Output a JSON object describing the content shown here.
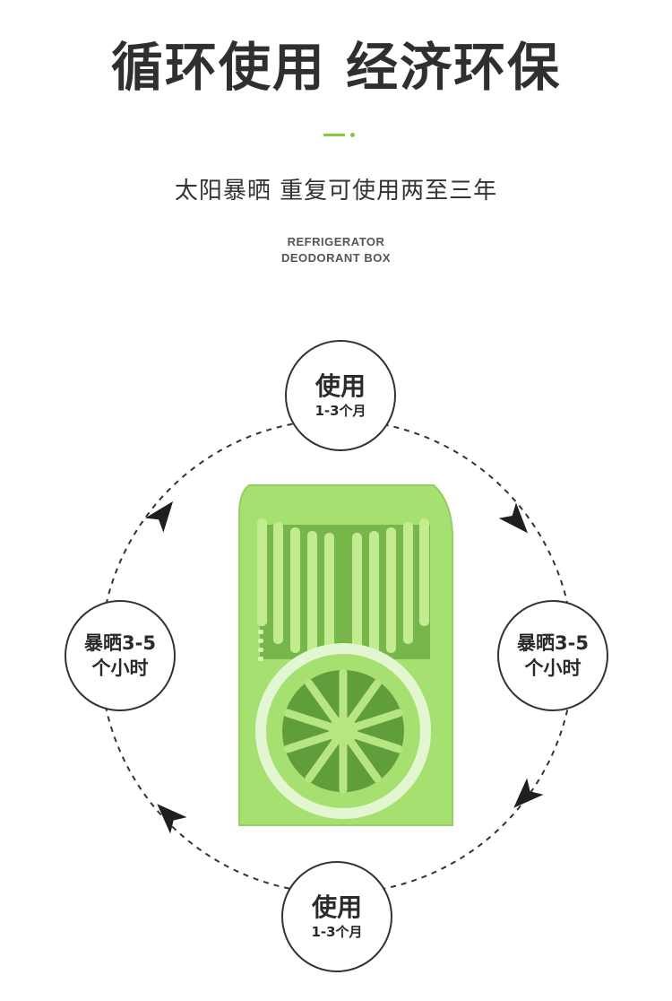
{
  "header": {
    "title": "循环使用 经济环保",
    "subtitle": "太阳暴晒 重复可使用两至三年",
    "english_line1": "REFRIGERATOR",
    "english_line2": "DEODORANT BOX"
  },
  "cycle": {
    "top": {
      "title": "使用",
      "detail": "1-3个月"
    },
    "right": {
      "line1": "暴晒3-5",
      "line2": "个小时"
    },
    "bottom": {
      "title": "使用",
      "detail": "1-3个月"
    },
    "left": {
      "line1": "暴晒3-5",
      "line2": "个小时"
    }
  },
  "colors": {
    "accent": "#8cc63f",
    "product_green": "#a6e070",
    "text_dark": "#2f2f2f"
  },
  "icons": {
    "product": "deodorant-box-illustration",
    "arrows": "clockwise-arrow-icon"
  }
}
